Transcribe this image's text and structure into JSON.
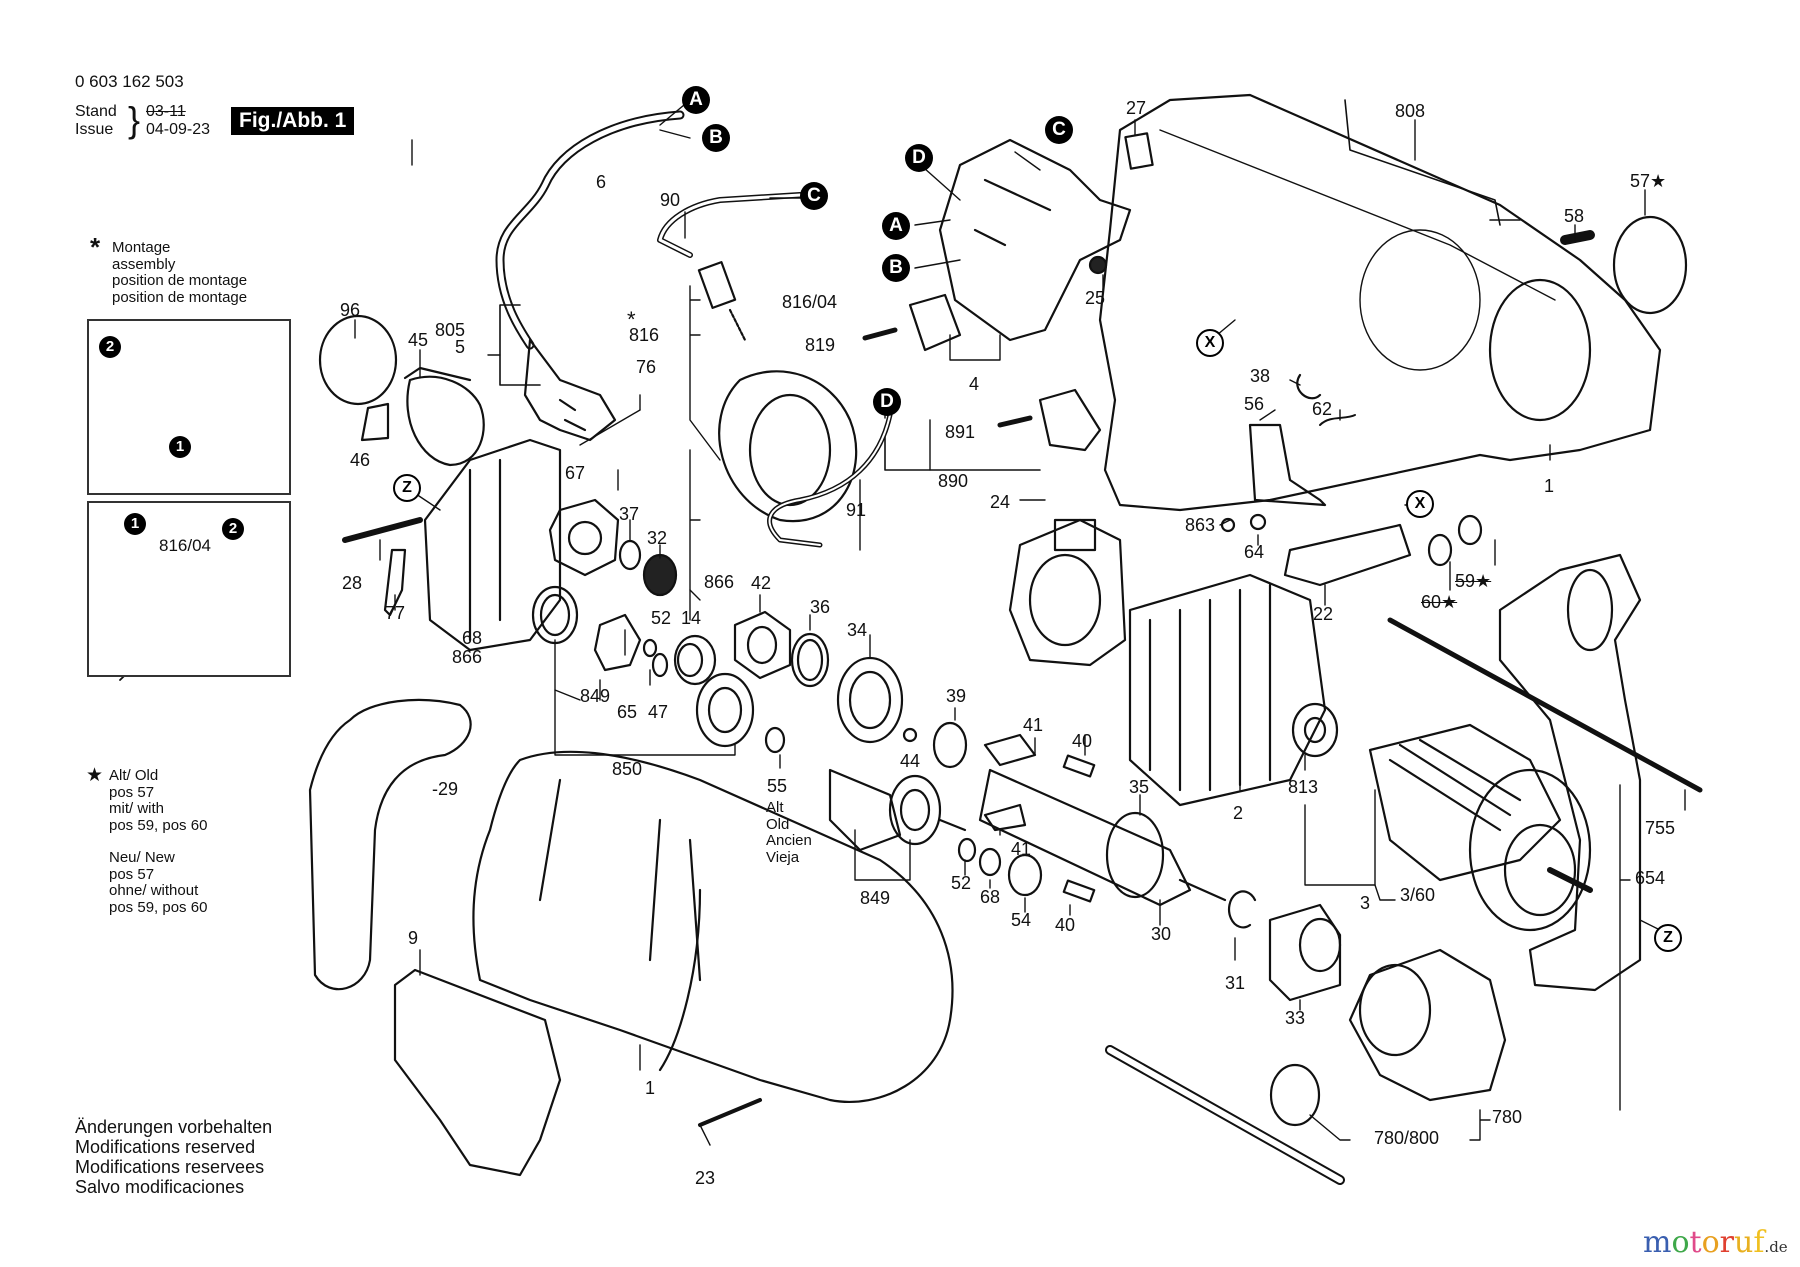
{
  "header": {
    "part_number": "0 603 162 503",
    "stand_label": "Stand",
    "issue_label": "Issue",
    "stand_value_struck": "03-11",
    "issue_value": "04-09-23",
    "figure_label": "Fig./Abb. 1"
  },
  "assembly_note": {
    "symbol": "*",
    "lines": [
      "Montage",
      "assembly",
      "position de montage",
      "position de montage"
    ]
  },
  "inset_top": {
    "steps": [
      "2",
      "1"
    ]
  },
  "inset_bottom": {
    "steps": [
      "1",
      "2"
    ],
    "part_label": "816/04"
  },
  "old_new_note": {
    "symbol": "★",
    "lines_old": [
      "Alt/ Old",
      "pos 57",
      "mit/ with",
      "pos 59, pos 60"
    ],
    "lines_new": [
      "Neu/ New",
      "pos 57",
      "ohne/ without",
      "pos 59, pos 60"
    ]
  },
  "alt_note_55": [
    "Alt",
    "Old",
    "Ancien",
    "Vieja"
  ],
  "footer_notes": [
    "Änderungen vorbehalten",
    "Modifications reserved",
    "Modifications reservees",
    "Salvo modificaciones"
  ],
  "connectors": {
    "A": "A",
    "B": "B",
    "C": "C",
    "D": "D",
    "X": "X",
    "Z": "Z"
  },
  "part_labels": [
    {
      "id": "p6",
      "text": "6"
    },
    {
      "id": "p90",
      "text": "90"
    },
    {
      "id": "p96",
      "text": "96"
    },
    {
      "id": "p45",
      "text": "45"
    },
    {
      "id": "p805",
      "text": "805"
    },
    {
      "id": "p5",
      "text": "5"
    },
    {
      "id": "p816",
      "text": "816"
    },
    {
      "id": "p816star",
      "text": "*"
    },
    {
      "id": "p81604",
      "text": "816/04"
    },
    {
      "id": "p819",
      "text": "819"
    },
    {
      "id": "p76",
      "text": "76"
    },
    {
      "id": "p46",
      "text": "46"
    },
    {
      "id": "p67",
      "text": "67"
    },
    {
      "id": "p37",
      "text": "37"
    },
    {
      "id": "p32",
      "text": "32"
    },
    {
      "id": "p866a",
      "text": "866"
    },
    {
      "id": "p28",
      "text": "28"
    },
    {
      "id": "p77",
      "text": "77"
    },
    {
      "id": "p68a",
      "text": "68"
    },
    {
      "id": "p866b",
      "text": "866"
    },
    {
      "id": "p52a",
      "text": "52"
    },
    {
      "id": "p14",
      "text": "14"
    },
    {
      "id": "p42",
      "text": "42"
    },
    {
      "id": "p36",
      "text": "36"
    },
    {
      "id": "p34",
      "text": "34"
    },
    {
      "id": "p849a",
      "text": "849"
    },
    {
      "id": "p65",
      "text": "65"
    },
    {
      "id": "p47",
      "text": "47"
    },
    {
      "id": "p850",
      "text": "850"
    },
    {
      "id": "p55",
      "text": "55"
    },
    {
      "id": "p39",
      "text": "39"
    },
    {
      "id": "p44",
      "text": "44"
    },
    {
      "id": "p41a",
      "text": "41"
    },
    {
      "id": "p40a",
      "text": "40"
    },
    {
      "id": "p35",
      "text": "35"
    },
    {
      "id": "p41b",
      "text": "41"
    },
    {
      "id": "p52b",
      "text": "52"
    },
    {
      "id": "p68b",
      "text": "68"
    },
    {
      "id": "p54",
      "text": "54"
    },
    {
      "id": "p40b",
      "text": "40"
    },
    {
      "id": "p849b",
      "text": "849"
    },
    {
      "id": "p30",
      "text": "30"
    },
    {
      "id": "p31",
      "text": "31"
    },
    {
      "id": "p33",
      "text": "33"
    },
    {
      "id": "p29",
      "text": "-29"
    },
    {
      "id": "p9",
      "text": "9"
    },
    {
      "id": "p1a",
      "text": "1"
    },
    {
      "id": "p23",
      "text": "23"
    },
    {
      "id": "p891",
      "text": "891"
    },
    {
      "id": "p890",
      "text": "890"
    },
    {
      "id": "p91",
      "text": "91"
    },
    {
      "id": "p24",
      "text": "24"
    },
    {
      "id": "p4",
      "text": "4"
    },
    {
      "id": "p25",
      "text": "25"
    },
    {
      "id": "p27",
      "text": "27"
    },
    {
      "id": "p808",
      "text": "808"
    },
    {
      "id": "p57",
      "text": "57★"
    },
    {
      "id": "p58",
      "text": "58"
    },
    {
      "id": "p38",
      "text": "38"
    },
    {
      "id": "p56",
      "text": "56"
    },
    {
      "id": "p62",
      "text": "62"
    },
    {
      "id": "p1b",
      "text": "1"
    },
    {
      "id": "p863",
      "text": "863"
    },
    {
      "id": "p64",
      "text": "64"
    },
    {
      "id": "p22",
      "text": "22"
    },
    {
      "id": "p59",
      "text": "59★"
    },
    {
      "id": "p60",
      "text": "60★"
    },
    {
      "id": "p2",
      "text": "2"
    },
    {
      "id": "p813",
      "text": "813"
    },
    {
      "id": "p3",
      "text": "3"
    },
    {
      "id": "p360",
      "text": "3/60"
    },
    {
      "id": "p755",
      "text": "755"
    },
    {
      "id": "p654",
      "text": "654"
    },
    {
      "id": "p780",
      "text": "780"
    },
    {
      "id": "p780800",
      "text": "780/800"
    }
  ],
  "watermark": {
    "letters": [
      "m",
      "o",
      "t",
      "o",
      "r",
      "u",
      "f"
    ],
    "colors": [
      "#3a5fb0",
      "#3fa84a",
      "#e04a8a",
      "#e8a020",
      "#e04030",
      "#e8b020",
      "#f0c020"
    ],
    "suffix": ".de"
  }
}
